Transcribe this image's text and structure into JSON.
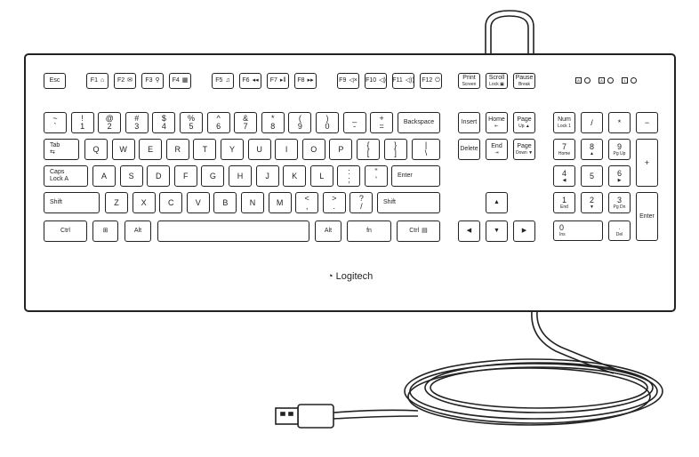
{
  "brand": {
    "name": "Logitech",
    "logo_icon": "logitech-g-swirl-icon"
  },
  "function_row": [
    {
      "top": "Esc"
    },
    {
      "top": "F1",
      "icon": "⌂",
      "icon_name": "home-icon"
    },
    {
      "top": "F2",
      "icon": "✉",
      "icon_name": "mail-icon"
    },
    {
      "top": "F3",
      "icon": "⚲",
      "icon_name": "search-icon"
    },
    {
      "top": "F4",
      "icon": "▦",
      "icon_name": "calculator-icon"
    },
    {
      "top": "F5",
      "icon": "♫",
      "icon_name": "music-icon"
    },
    {
      "top": "F6",
      "icon": "◂◂",
      "icon_name": "previous-track-icon"
    },
    {
      "top": "F7",
      "icon": "▸‖",
      "icon_name": "play-pause-icon"
    },
    {
      "top": "F8",
      "icon": "▸▸",
      "icon_name": "next-track-icon"
    },
    {
      "top": "F9",
      "icon": "◁×",
      "icon_name": "mute-icon"
    },
    {
      "top": "F10",
      "icon": "◁)",
      "icon_name": "volume-down-icon"
    },
    {
      "top": "F11",
      "icon": "◁))",
      "icon_name": "volume-up-icon"
    },
    {
      "top": "F12",
      "icon": "⏻",
      "icon_name": "sleep-icon"
    }
  ],
  "system_keys": [
    {
      "top": "Print",
      "bottom": "Screen"
    },
    {
      "top": "Scroll",
      "bottom": "Lock ▣"
    },
    {
      "top": "Pause",
      "bottom": "Break"
    }
  ],
  "indicators": [
    {
      "symbol": "A",
      "icon_name": "caps-lock-indicator-icon"
    },
    {
      "symbol": "A",
      "icon_name": "scroll-lock-indicator-icon"
    },
    {
      "symbol": "1",
      "icon_name": "num-lock-indicator-icon"
    }
  ],
  "main_rows": [
    [
      {
        "top": "~",
        "bottom": "`"
      },
      {
        "top": "!",
        "bottom": "1"
      },
      {
        "top": "@",
        "bottom": "2"
      },
      {
        "top": "#",
        "bottom": "3"
      },
      {
        "top": "$",
        "bottom": "4"
      },
      {
        "top": "%",
        "bottom": "5"
      },
      {
        "top": "^",
        "bottom": "6"
      },
      {
        "top": "&",
        "bottom": "7"
      },
      {
        "top": "*",
        "bottom": "8"
      },
      {
        "top": "(",
        "bottom": "9"
      },
      {
        "top": ")",
        "bottom": "0"
      },
      {
        "top": "_",
        "bottom": "-"
      },
      {
        "top": "+",
        "bottom": "="
      },
      {
        "top": "Backspace"
      }
    ],
    [
      {
        "top": "Tab",
        "bottom": "⇆"
      },
      {
        "top": "Q"
      },
      {
        "top": "W"
      },
      {
        "top": "E"
      },
      {
        "top": "R"
      },
      {
        "top": "T"
      },
      {
        "top": "Y"
      },
      {
        "top": "U"
      },
      {
        "top": "I"
      },
      {
        "top": "O"
      },
      {
        "top": "P"
      },
      {
        "top": "{",
        "bottom": "["
      },
      {
        "top": "}",
        "bottom": "]"
      },
      {
        "top": "|",
        "bottom": "\\"
      }
    ],
    [
      {
        "top": "Caps",
        "bottom": "Lock  A"
      },
      {
        "top": "A"
      },
      {
        "top": "S"
      },
      {
        "top": "D"
      },
      {
        "top": "F"
      },
      {
        "top": "G"
      },
      {
        "top": "H"
      },
      {
        "top": "J"
      },
      {
        "top": "K"
      },
      {
        "top": "L"
      },
      {
        "top": ":",
        "bottom": ";"
      },
      {
        "top": "\"",
        "bottom": "'"
      },
      {
        "top": "Enter"
      }
    ],
    [
      {
        "top": "Shift"
      },
      {
        "top": "Z"
      },
      {
        "top": "X"
      },
      {
        "top": "C"
      },
      {
        "top": "V"
      },
      {
        "top": "B"
      },
      {
        "top": "N"
      },
      {
        "top": "M"
      },
      {
        "top": "<",
        "bottom": ","
      },
      {
        "top": ">",
        "bottom": "."
      },
      {
        "top": "?",
        "bottom": "/"
      },
      {
        "top": "Shift"
      }
    ],
    [
      {
        "top": "Ctrl"
      },
      {
        "top": "⊞",
        "icon_name": "windows-icon"
      },
      {
        "top": "Alt"
      },
      {
        "top": ""
      },
      {
        "top": "Alt"
      },
      {
        "top": "fn",
        "icon_name": "fn-icon"
      },
      {
        "top": "Ctrl",
        "bottom": "▤"
      }
    ]
  ],
  "nav_keys": [
    {
      "top": "Insert"
    },
    {
      "top": "Home",
      "bottom": "⇤"
    },
    {
      "top": "Page",
      "bottom": "Up ▲"
    },
    {
      "top": "Delete"
    },
    {
      "top": "End",
      "bottom": "⇥"
    },
    {
      "top": "Page",
      "bottom": "Down ▼"
    },
    {
      "top": "▲"
    },
    {
      "top": "◀"
    },
    {
      "top": "▼"
    },
    {
      "top": "▶"
    }
  ],
  "numpad_keys": [
    {
      "top": "Num",
      "bottom": "Lock 1"
    },
    {
      "top": "/"
    },
    {
      "top": "*"
    },
    {
      "top": "−"
    },
    {
      "top": "7",
      "bottom": "Home"
    },
    {
      "top": "8",
      "bottom": "▲"
    },
    {
      "top": "9",
      "bottom": "Pg Up"
    },
    {
      "top": "+"
    },
    {
      "top": "4",
      "bottom": "◀"
    },
    {
      "top": "5"
    },
    {
      "top": "6",
      "bottom": "▶"
    },
    {
      "top": "1",
      "bottom": "End"
    },
    {
      "top": "2",
      "bottom": "▼"
    },
    {
      "top": "3",
      "bottom": "Pg Dn"
    },
    {
      "top": "Enter"
    },
    {
      "top": "0",
      "bottom": "Ins"
    },
    {
      "top": ".",
      "bottom": "Del"
    }
  ]
}
